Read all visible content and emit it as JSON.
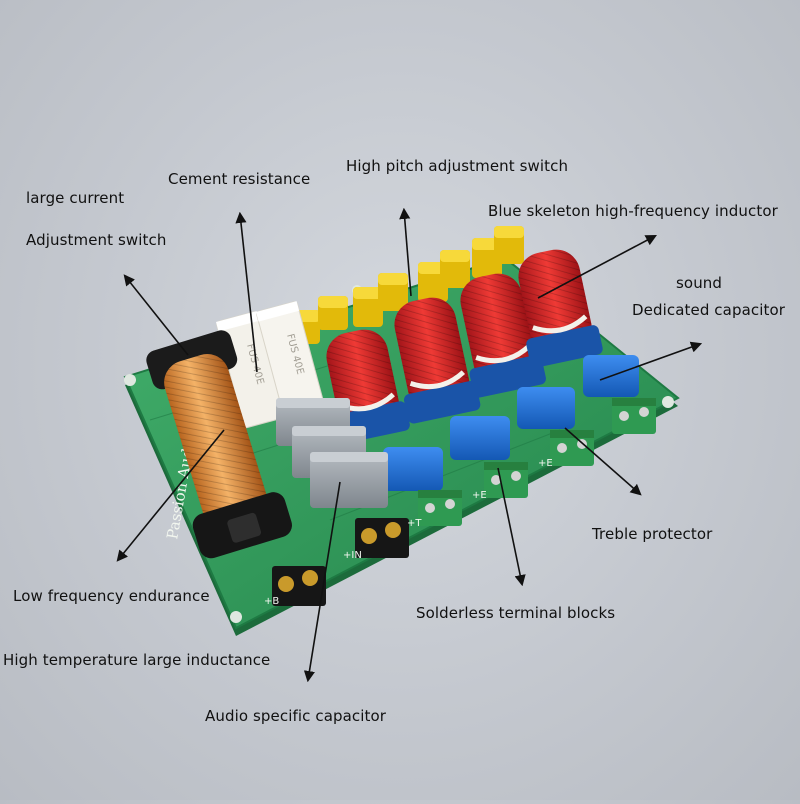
{
  "labels": {
    "large_current": "large current",
    "adjustment_switch": "Adjustment switch",
    "cement_resistance": "Cement resistance",
    "high_pitch_adjustment_switch": "High pitch adjustment switch",
    "blue_skeleton_inductor": "Blue skeleton high-frequency inductor",
    "sound": "sound",
    "dedicated_capacitor": "Dedicated capacitor",
    "treble_protector": "Treble protector",
    "solderless_terminal_blocks": "Solderless terminal blocks",
    "low_frequency_endurance": "Low frequency endurance",
    "high_temperature_inductance": "High temperature large inductance",
    "audio_specific_capacitor": "Audio specific capacitor"
  },
  "board": {
    "silkscreen_brand": "Passion Audio",
    "resistor_marking": "FUS 40E",
    "terminal_marks": [
      "+B",
      "+IN",
      "+T",
      "+E",
      "+E"
    ]
  },
  "colors": {
    "background": "#c8ccd2",
    "pcb_green": "#2e9a5a",
    "coil_copper": "#d88a3c",
    "coil_red": "#d8262a",
    "capacitor_blue": "#1f6fd1",
    "capacitor_yellow": "#f2cc14",
    "cement_resistor_white": "#f3f1ea",
    "terminal_block_green": "#2f9a52",
    "arrow_color": "#111111"
  }
}
